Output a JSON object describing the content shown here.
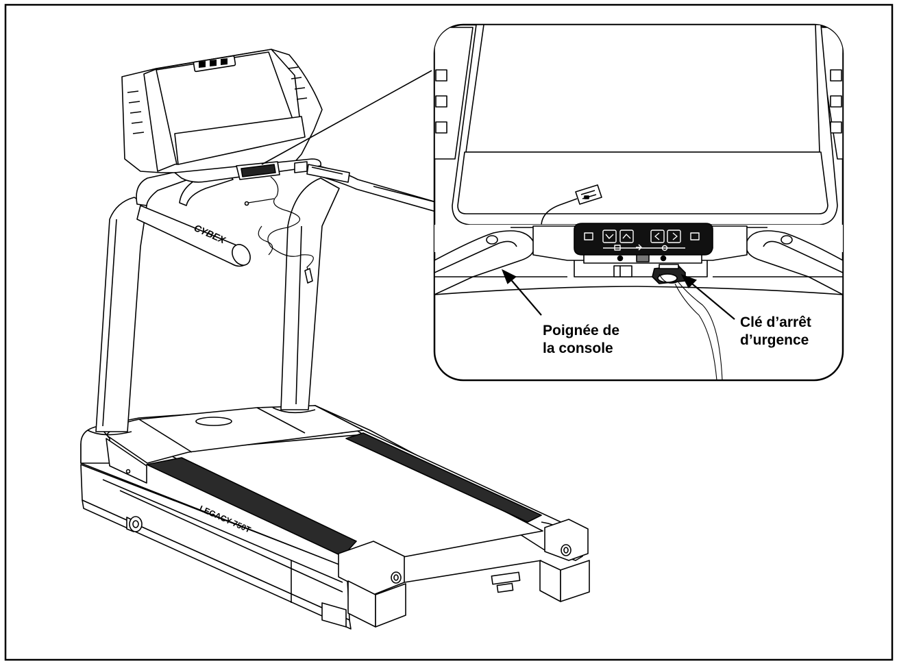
{
  "diagram": {
    "brand_logo": "CYBEX",
    "model_label": "LEGACY 750T",
    "callouts": {
      "console_handle": {
        "line1": "Poignée de",
        "line2": "la console"
      },
      "emergency_key": {
        "line1": "Clé d’arrêt",
        "line2": "d’urgence"
      }
    }
  }
}
